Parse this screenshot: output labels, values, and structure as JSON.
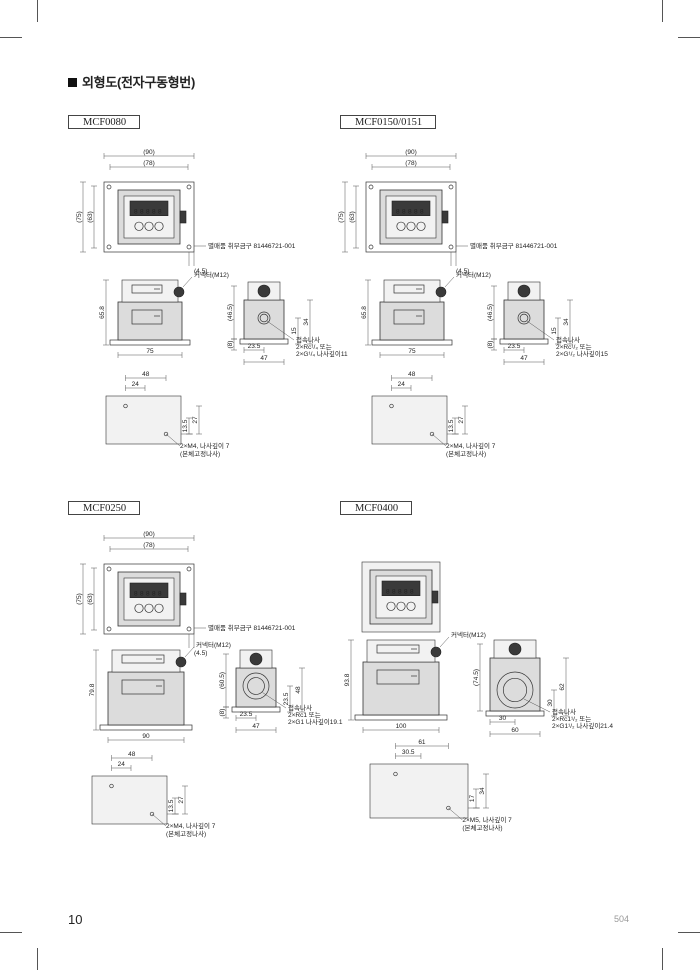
{
  "heading": "외형도(전자구동형번)",
  "page_number": "10",
  "page_code": "504",
  "models": [
    {
      "tag": "MCF0080",
      "dims": {
        "outer_w": "(90)",
        "inner_w": "(78)",
        "outer_h": "(75)",
        "inner_h": "(63)",
        "foot": "(4.5)",
        "height": "65.8",
        "length": "75",
        "side_h": "(46.5)",
        "port_h": "15",
        "side_total": "34",
        "side_off": "(8)",
        "side_x": "23.5",
        "side_w": "47",
        "bot_w": "48",
        "bot_x": "24",
        "bot_y1": "13.5",
        "bot_y2": "27"
      },
      "bracket_note": "별매품 취부금구 81446721-001",
      "connector": "커넥터(M12)",
      "port_note": [
        "접속나사",
        "2×Rc¹/₄ 또는",
        "2×G¹/₄ 나사깊이11"
      ],
      "mount_note": [
        "2×M4, 나사깊이 7",
        "(본체고정나사)"
      ]
    },
    {
      "tag": "MCF0150/0151",
      "dims": {
        "outer_w": "(90)",
        "inner_w": "(78)",
        "outer_h": "(75)",
        "inner_h": "(63)",
        "foot": "(4.5)",
        "height": "65.8",
        "length": "75",
        "side_h": "(46.5)",
        "port_h": "15",
        "side_total": "34",
        "side_off": "(8)",
        "side_x": "23.5",
        "side_w": "47",
        "bot_w": "48",
        "bot_x": "24",
        "bot_y1": "13.5",
        "bot_y2": "27"
      },
      "bracket_note": "별매품 취부금구 81446721-001",
      "connector": "커넥터(M12)",
      "port_note": [
        "접속나사",
        "2×Rc¹/₂ 또는",
        "2×G¹/₂ 나사깊이15"
      ],
      "mount_note": [
        "2×M4, 나사깊이 7",
        "(본체고정나사)"
      ]
    },
    {
      "tag": "MCF0250",
      "dims": {
        "outer_w": "(90)",
        "inner_w": "(78)",
        "outer_h": "(75)",
        "inner_h": "(63)",
        "foot": "(4.5)",
        "height": "79.8",
        "length": "90",
        "side_h": "(60.5)",
        "port_h": "23.5",
        "side_total": "48",
        "side_off": "(8)",
        "side_x": "23.5",
        "side_w": "47",
        "bot_w": "48",
        "bot_x": "24",
        "bot_y1": "13.5",
        "bot_y2": "27"
      },
      "bracket_note": "별매품 취부금구 81446721-001",
      "connector": "커넥터(M12)",
      "port_note": [
        "접속나사",
        "2×Rc1 또는",
        "2×G1 나사깊이19.1"
      ],
      "mount_note": [
        "2×M4, 나사깊이 7",
        "(본체고정나사)"
      ]
    },
    {
      "tag": "MCF0400",
      "dims": {
        "height": "93.8",
        "length": "100",
        "side_h": "(74.5)",
        "port_h": "30",
        "side_total": "62",
        "side_x": "30",
        "side_w": "60",
        "bot_w": "61",
        "bot_x": "30.5",
        "bot_y1": "17",
        "bot_y2": "34"
      },
      "connector": "커넥터(M12)",
      "port_note": [
        "접속나사",
        "2×Rc1¹/₂ 또는",
        "2×G1¹/₂ 나사깊이21.4"
      ],
      "mount_note": [
        "2×M5, 나사깊이 7",
        "(본체고정나사)"
      ]
    }
  ]
}
